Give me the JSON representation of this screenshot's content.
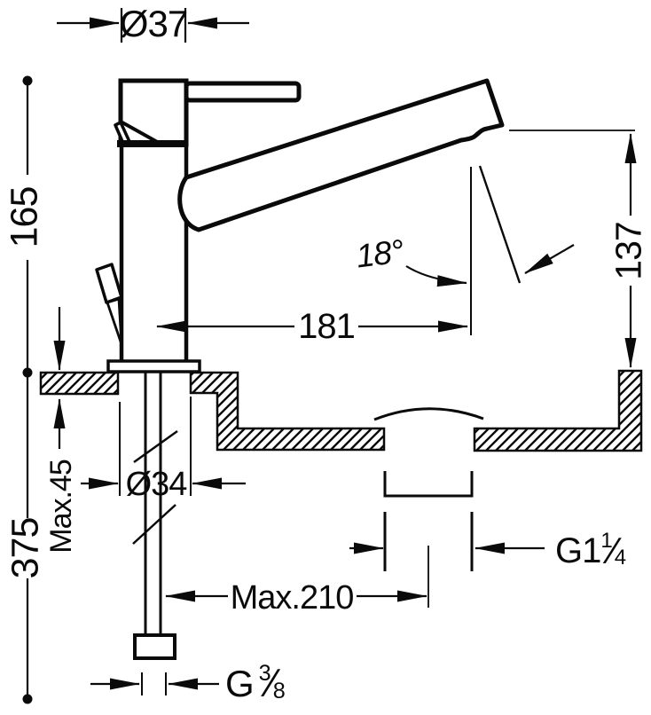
{
  "drawing": {
    "type": "technical-dimension-drawing",
    "subject": "single-lever basin mixer tap installed on washbasin, side section view",
    "background_color": "#ffffff",
    "line_color": "#000000",
    "dimensions": {
      "top_diameter": "Ø37",
      "spout_height": "165",
      "outlet_height": "137",
      "swivel_angle": "18°",
      "spout_reach": "181",
      "hole_diameter": "Ø34",
      "max_deck_thickness": "Max.45",
      "total_height": "375",
      "max_drain_distance": "Max.210",
      "drain_thread": {
        "prefix": "G1",
        "numerator": "1",
        "slash": "⁄",
        "denominator": "4"
      },
      "supply_thread": {
        "prefix": "G",
        "numerator": "3",
        "slash": "⁄",
        "denominator": "8"
      }
    }
  }
}
